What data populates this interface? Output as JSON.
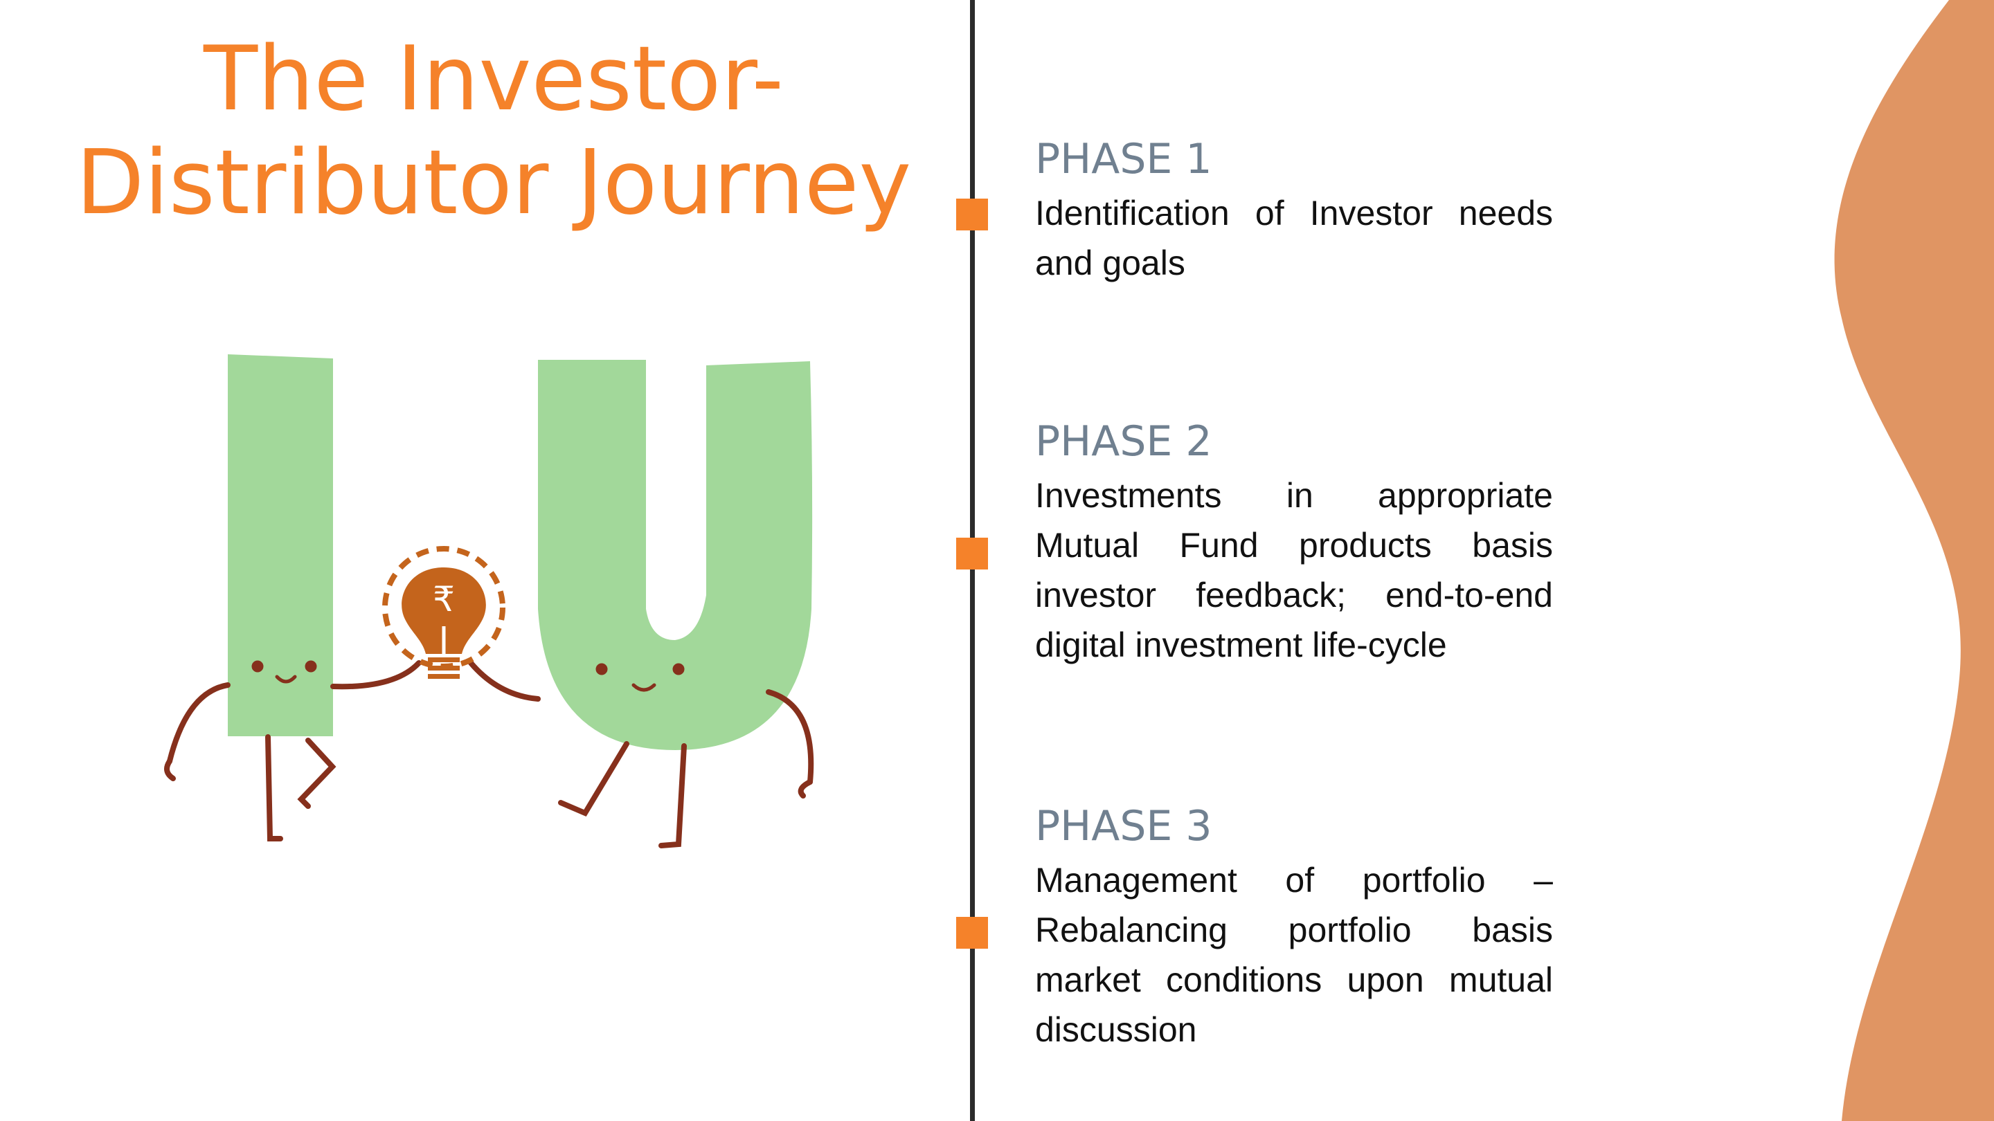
{
  "title": {
    "line1": "The Investor-",
    "line2": "Distributor Journey"
  },
  "phases": [
    {
      "heading": "PHASE 1",
      "text": "Identification of Investor needs and goals"
    },
    {
      "heading": "PHASE 2",
      "text": "Investments in appropriate Mutual Fund products basis investor feedback; end-to-end digital investment life-cycle"
    },
    {
      "heading": "PHASE 3",
      "text": "Management of portfolio – Rebalancing portfolio basis market conditions upon mutual discussion"
    }
  ],
  "illustration": {
    "bulb_symbol": "₹"
  },
  "colors": {
    "accent": "#F5822A",
    "heading": "#708090",
    "green": "#A2D89A",
    "limb": "#86301C",
    "bulb": "#C4641C",
    "wave": "#E09563"
  }
}
